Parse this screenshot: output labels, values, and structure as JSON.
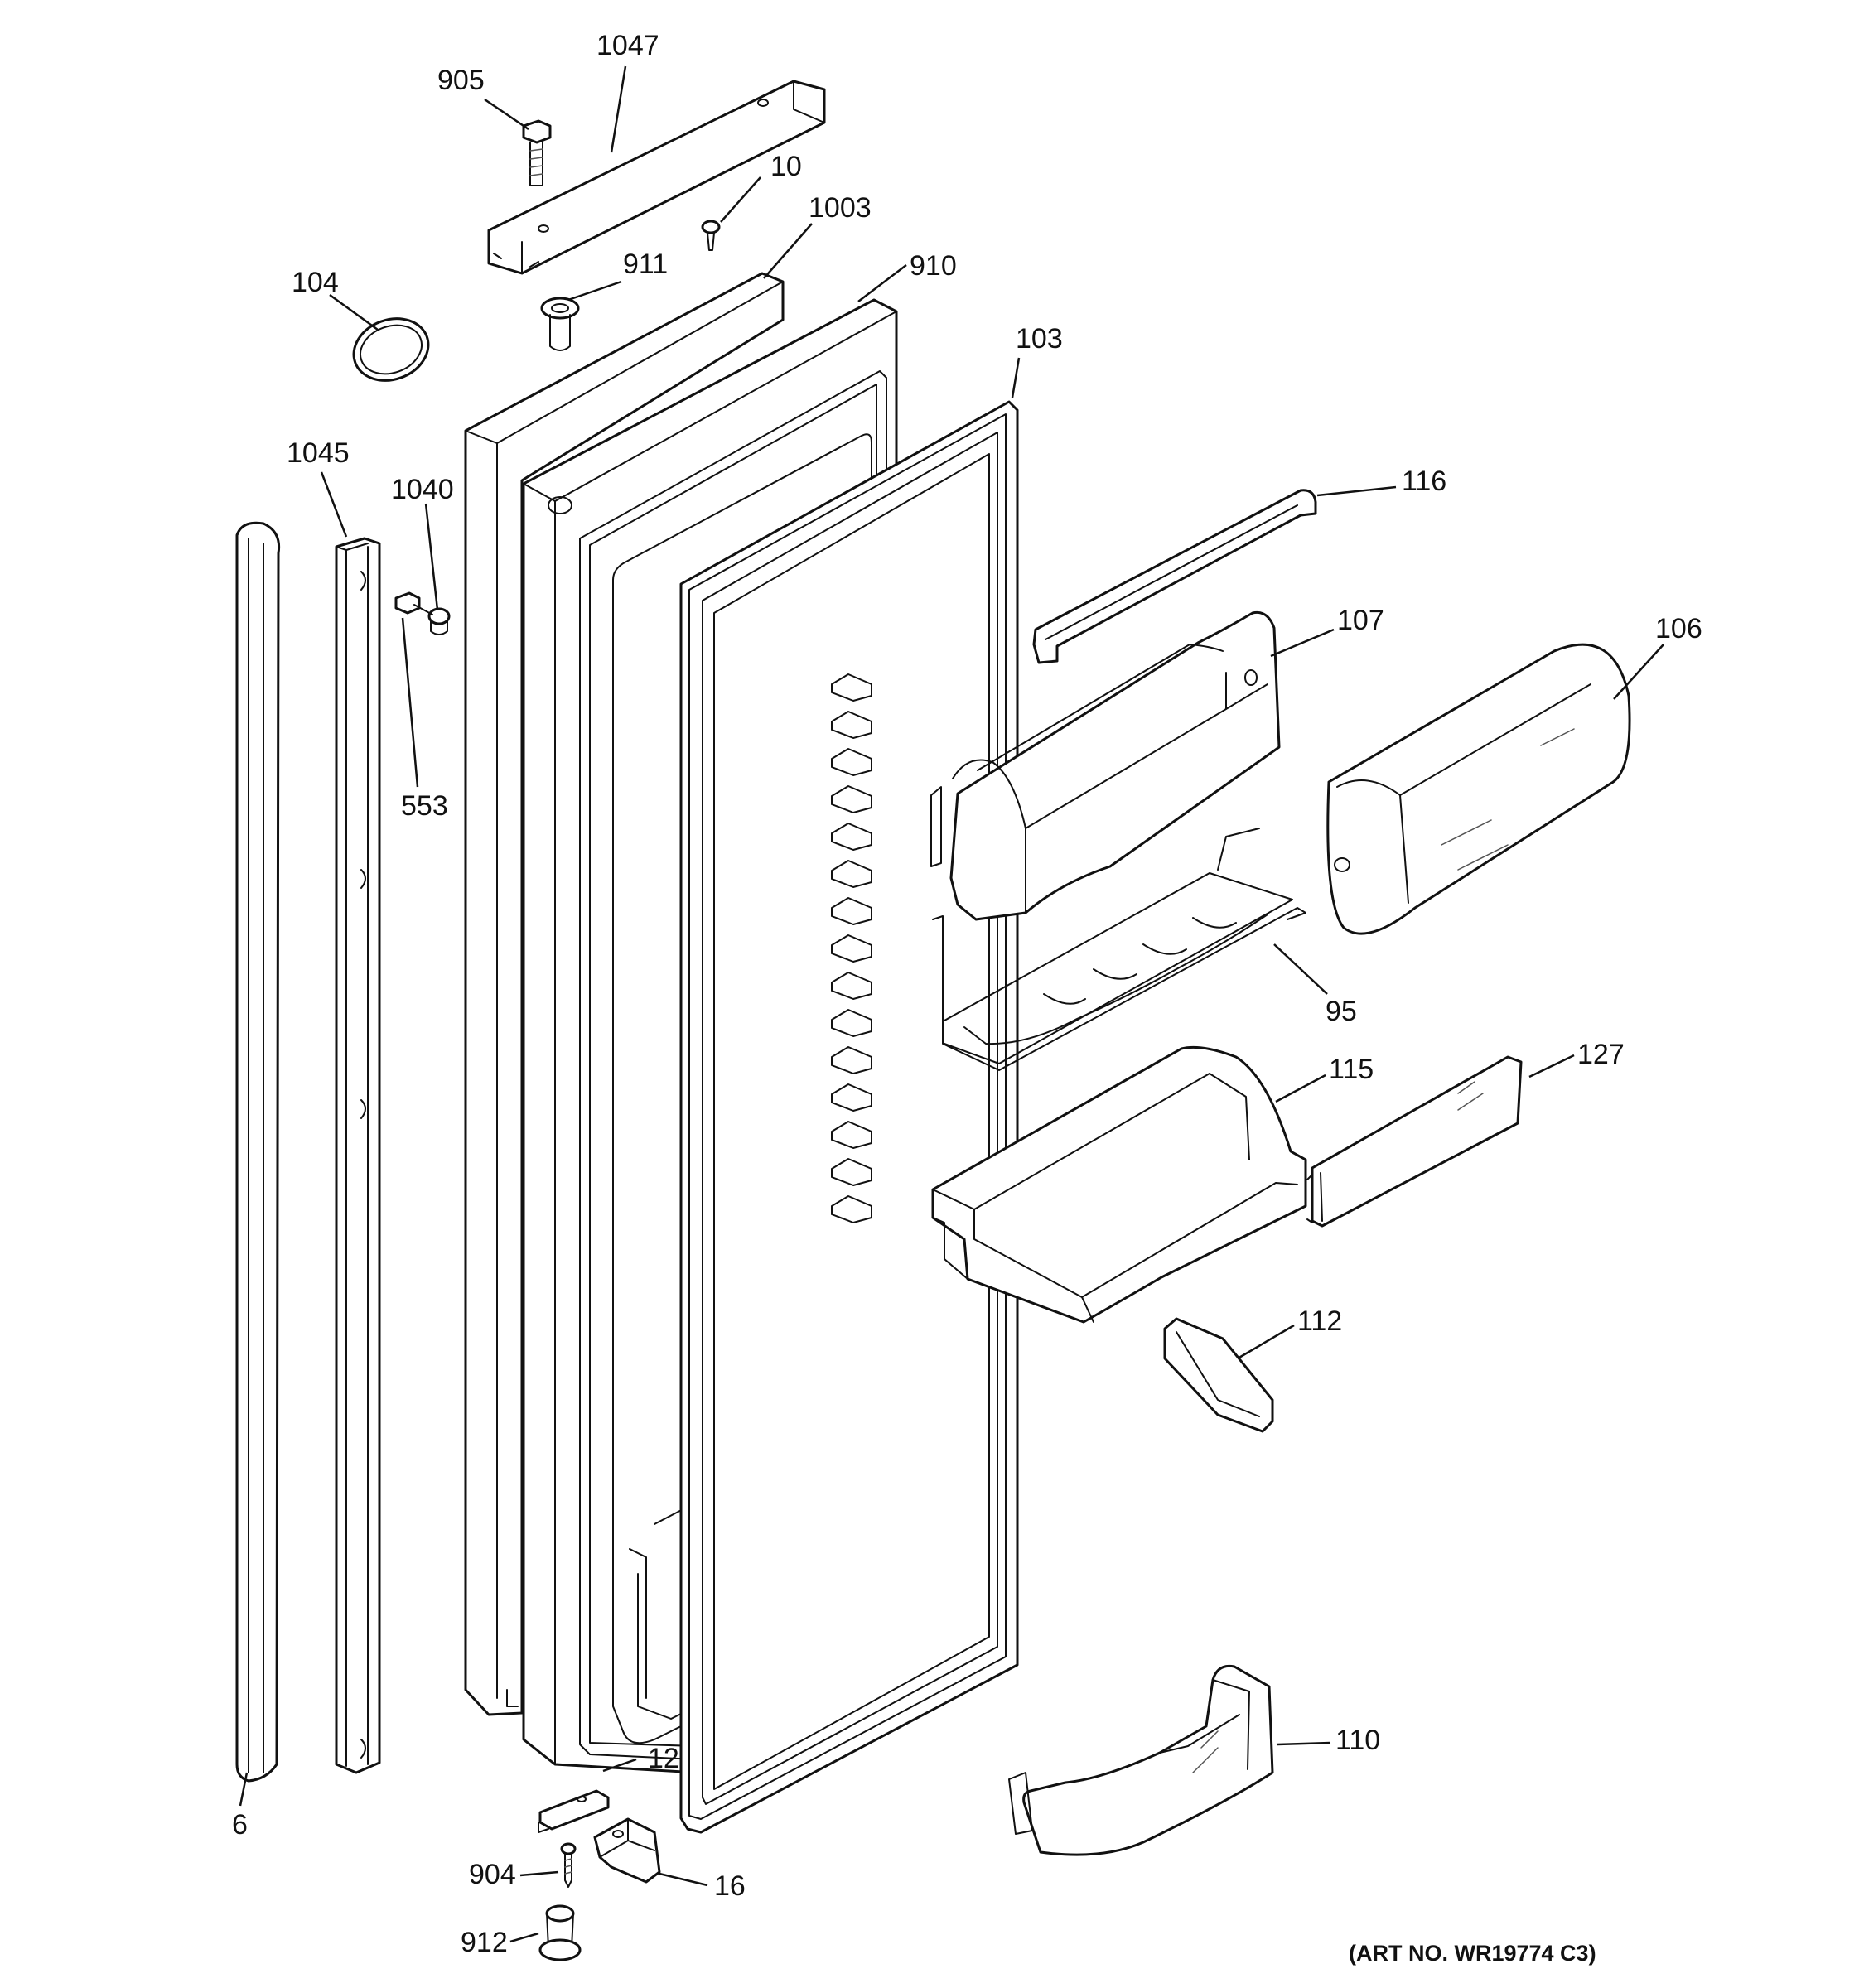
{
  "diagram": {
    "art_number": "(ART NO. WR19774 C3)",
    "callouts": {
      "p905": "905",
      "p1047": "1047",
      "p10": "10",
      "p1003": "1003",
      "p911": "911",
      "p910": "910",
      "p104": "104",
      "p103": "103",
      "p1045": "1045",
      "p1040": "1040",
      "p116": "116",
      "p107": "107",
      "p106": "106",
      "p553": "553",
      "p95": "95",
      "p115": "115",
      "p127": "127",
      "p112": "112",
      "p110": "110",
      "p12": "12",
      "p6": "6",
      "p904": "904",
      "p16": "16",
      "p912": "912"
    }
  }
}
